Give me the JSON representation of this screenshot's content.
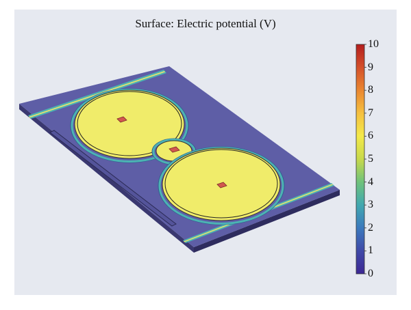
{
  "title": "Surface: Electric potential (V)",
  "colorbar": {
    "min": 0,
    "max": 10,
    "tick_labels": [
      "10",
      "9",
      "8",
      "7",
      "6",
      "5",
      "4",
      "3",
      "2",
      "1",
      "0"
    ],
    "colors": [
      "#3d2894",
      "#3f49a8",
      "#3b79bd",
      "#41a8b0",
      "#6fc27b",
      "#c7d94c",
      "#f4e94a",
      "#f5c040",
      "#ea8730",
      "#d4502a",
      "#b41e1e"
    ]
  },
  "surface_colors": {
    "board": "#5e5ea6",
    "board_side": "#3a3870",
    "electrode": "#f0ec6a",
    "pad": "#d2584e",
    "ring": "#4cb3b3"
  },
  "electrode_levels": {
    "large_disc": 6.3,
    "small_disc": 6.3,
    "pad": 9.0,
    "ring": 3.2,
    "board": 1.2
  }
}
